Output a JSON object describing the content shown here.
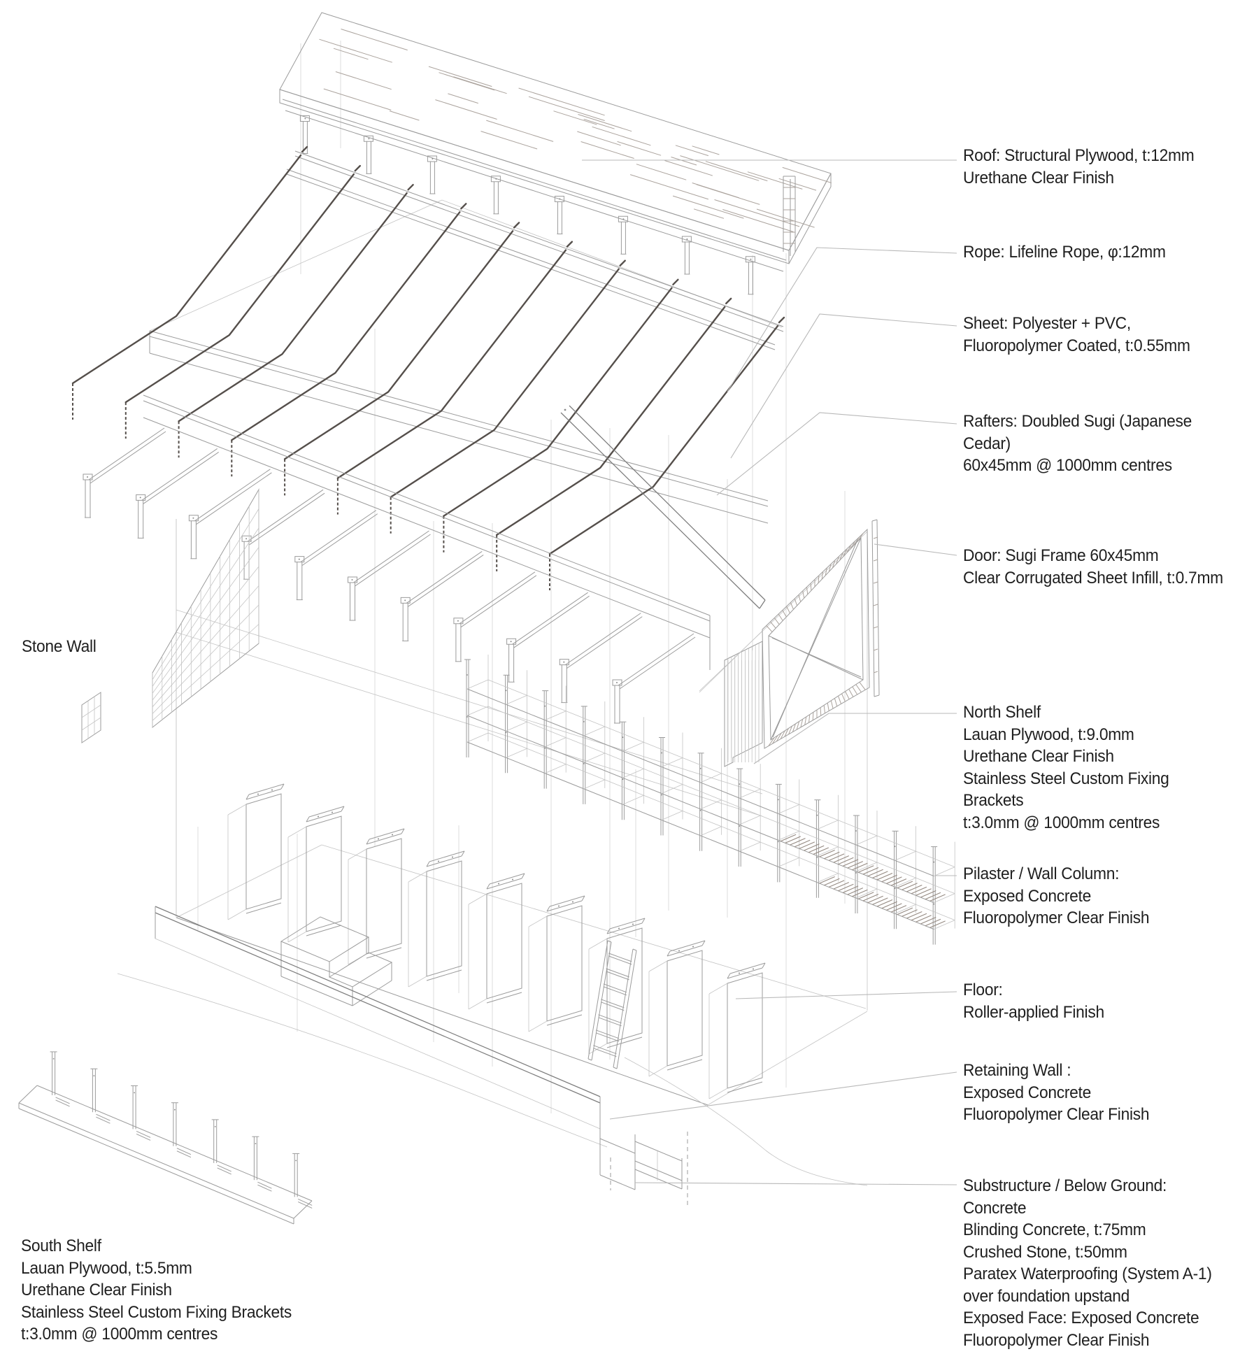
{
  "title": "Exploded axonometric construction diagram",
  "labels": {
    "roof": {
      "lines": [
        "Roof: Structural Plywood, t:12mm",
        "Urethane Clear Finish"
      ]
    },
    "rope": {
      "lines": [
        "Rope: Lifeline Rope, φ:12mm"
      ]
    },
    "sheet": {
      "lines": [
        "Sheet: Polyester + PVC,",
        "Fluoropolymer Coated, t:0.55mm"
      ]
    },
    "rafters": {
      "lines": [
        "Rafters: Doubled Sugi (Japanese Cedar)",
        "60x45mm @ 1000mm centres"
      ]
    },
    "door": {
      "lines": [
        "Door: Sugi Frame 60x45mm",
        "Clear Corrugated Sheet Infill, t:0.7mm"
      ]
    },
    "north_shelf": {
      "lines": [
        "North Shelf",
        "Lauan Plywood, t:9.0mm",
        "Urethane Clear Finish",
        "Stainless Steel Custom Fixing Brackets",
        "t:3.0mm @ 1000mm centres"
      ]
    },
    "pilaster": {
      "lines": [
        "Pilaster / Wall Column:",
        "Exposed Concrete",
        "Fluoropolymer Clear Finish"
      ]
    },
    "floor": {
      "lines": [
        "Floor:",
        "Roller-applied Finish"
      ]
    },
    "retaining_wall": {
      "lines": [
        "Retaining Wall :",
        "Exposed Concrete",
        "Fluoropolymer Clear Finish"
      ]
    },
    "substructure": {
      "lines": [
        "Substructure / Below Ground: Concrete",
        "Blinding Concrete, t:75mm",
        "Crushed Stone, t:50mm",
        "Paratex Waterproofing (System A-1)",
        "over foundation upstand",
        "Exposed Face: Exposed Concrete",
        "Fluoropolymer Clear Finish"
      ]
    },
    "stone_wall": {
      "lines": [
        "Stone Wall"
      ]
    },
    "south_shelf": {
      "lines": [
        "South Shelf",
        "Lauan Plywood, t:5.5mm",
        "Urethane Clear Finish",
        "Stainless Steel Custom Fixing Brackets",
        "t:3.0mm @ 1000mm centres"
      ]
    }
  },
  "drawing": {
    "rope_count": 10,
    "rafter_count": 11,
    "roof_stud_count": 8,
    "shelf_bays": 12,
    "pilaster_count": 9,
    "ladder_rungs": 7,
    "south_shelf_posts": 7,
    "line_color": "#9b9b9b",
    "rope_color": "#554f4b",
    "leader_color": "#b8b8b8",
    "text_color": "#1f1f1f"
  }
}
